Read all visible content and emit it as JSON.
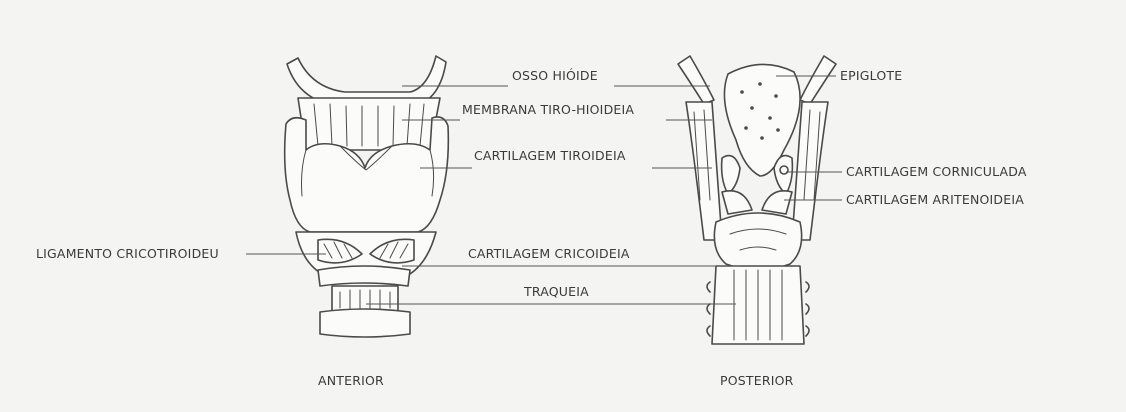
{
  "labels": {
    "osso_hioide": "OSSO HIÓIDE",
    "membrana_tiro_hioideia": "MEMBRANA TIRO-HIOIDEIA",
    "cartilagem_tiroideia": "CARTILAGEM TIROIDEIA",
    "ligamento_cricotiroideu": "LIGAMENTO CRICOTIROIDEU",
    "cartilagem_cricoideia": "CARTILAGEM CRICOIDEIA",
    "traqueia": "TRAQUEIA",
    "epiglote": "EPIGLOTE",
    "cartilagem_corniculada": "CARTILAGEM CORNICULADA",
    "cartilagem_aritenoideia": "CARTILAGEM ARITENOIDEIA"
  },
  "views": {
    "anterior": "ANTERIOR",
    "posterior": "POSTERIOR"
  }
}
